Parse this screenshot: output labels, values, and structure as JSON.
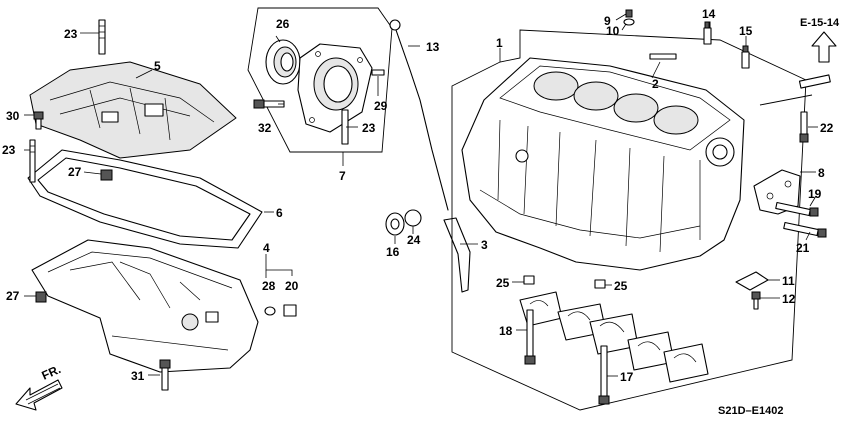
{
  "diagram": {
    "reference_code": "E-15-14",
    "diagram_code": "S21D–E1402",
    "front_indicator": "FR.",
    "callouts": [
      "1",
      "2",
      "3",
      "4",
      "5",
      "6",
      "7",
      "8",
      "9",
      "10",
      "11",
      "12",
      "13",
      "14",
      "15",
      "16",
      "17",
      "18",
      "19",
      "20",
      "21",
      "22",
      "23",
      "24",
      "25",
      "26",
      "27",
      "28",
      "29",
      "30",
      "31",
      "32"
    ]
  }
}
